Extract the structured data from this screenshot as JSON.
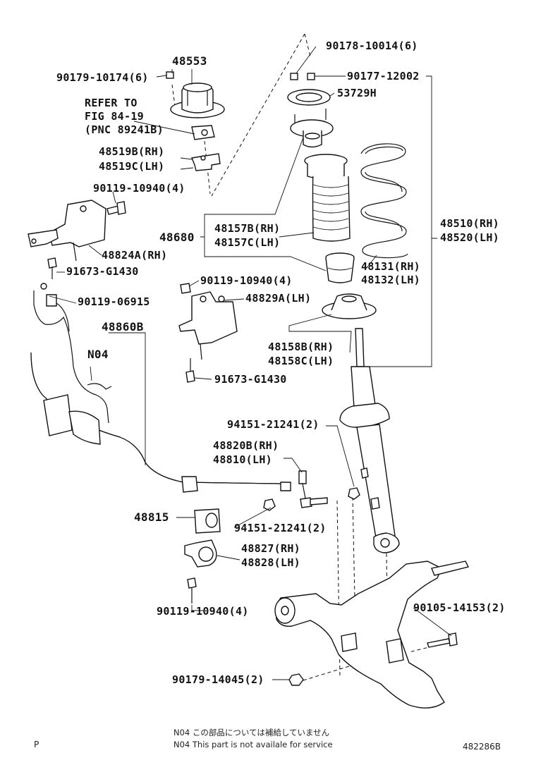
{
  "labels": {
    "p90178": "90178-10014(6)",
    "p48553": "48553",
    "p90179_10174": "90179-10174(6)",
    "p90177": "90177-12002",
    "refer1": "REFER TO",
    "refer2": "FIG 84-19",
    "refer3": "(PNC 89241B)",
    "p53729": "53729H",
    "p48519b": "48519B(RH)",
    "p48519c": "48519C(LH)",
    "p90119_a": "90119-10940(4)",
    "p48680": "48680",
    "p48157b": "48157B(RH)",
    "p48157c": "48157C(LH)",
    "p48510": "48510(RH)",
    "p48520": "48520(LH)",
    "p48824a": "48824A(RH)",
    "p91673_a": "91673-G1430",
    "p48131": "48131(RH)",
    "p48132": "48132(LH)",
    "p90119_b": "90119-10940(4)",
    "p90119_06915": "90119-06915",
    "p48829a": "48829A(LH)",
    "p48860b": "48860B",
    "p48158b": "48158B(RH)",
    "p48158c": "48158C(LH)",
    "n04": "N04",
    "p91673_b": "91673-G1430",
    "p94151_a": "94151-21241(2)",
    "p48820b": "48820B(RH)",
    "p48810": "48810(LH)",
    "p48815": "48815",
    "p94151_b": "94151-21241(2)",
    "p48827": "48827(RH)",
    "p48828": "48828(LH)",
    "p90105": "90105-14153(2)",
    "p90119_c": "90119-10940(4)",
    "p90179_14045": "90179-14045(2)"
  },
  "notes": {
    "jp": "N04  この部品については補給していません",
    "en": "N04  This part is not availale for service"
  },
  "corner_left": "P",
  "diagram_id": "482286B"
}
